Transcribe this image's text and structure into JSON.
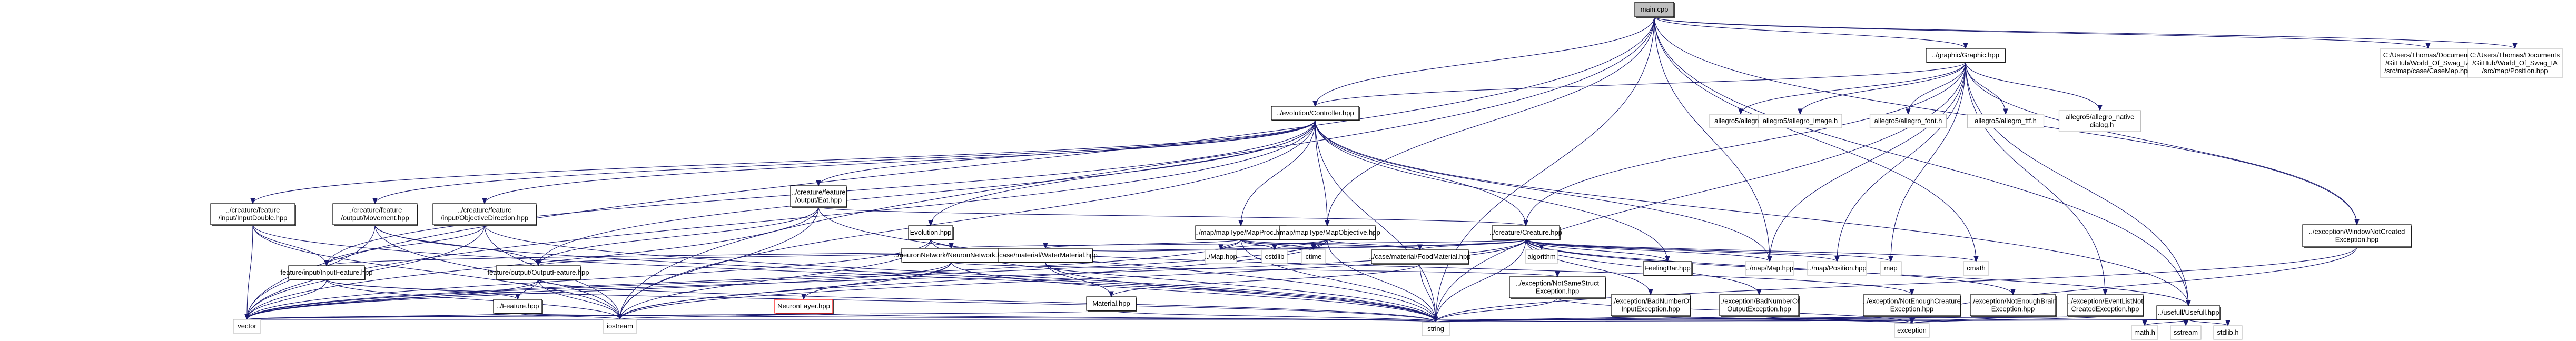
{
  "diagram": {
    "type": "include-dependency-graph",
    "root": "main.cpp",
    "nodes": [
      {
        "id": "main",
        "label": [
          "main.cpp"
        ],
        "kind": "main"
      },
      {
        "id": "graphic",
        "label": [
          "../graphic/Graphic.hpp"
        ],
        "kind": "doc"
      },
      {
        "id": "casemap",
        "label": [
          "C:/Users/Thomas/Documents",
          "/GitHub/World_Of_Swag_IA",
          "/src/map/case/CaseMap.hpp"
        ],
        "kind": "ext"
      },
      {
        "id": "position_abs",
        "label": [
          "C:/Users/Thomas/Documents",
          "/GitHub/World_Of_Swag_IA",
          "/src/map/Position.hpp"
        ],
        "kind": "ext"
      },
      {
        "id": "controller",
        "label": [
          "../evolution/Controller.hpp"
        ],
        "kind": "doc"
      },
      {
        "id": "allegro",
        "label": [
          "allegro5/allegro.h"
        ],
        "kind": "ext"
      },
      {
        "id": "allegro_image",
        "label": [
          "allegro5/allegro_image.h"
        ],
        "kind": "ext"
      },
      {
        "id": "allegro_font",
        "label": [
          "allegro5/allegro_font.h"
        ],
        "kind": "ext"
      },
      {
        "id": "allegro_ttf",
        "label": [
          "allegro5/allegro_ttf.h"
        ],
        "kind": "ext"
      },
      {
        "id": "allegro_native",
        "label": [
          "allegro5/allegro_native",
          "_dialog.h"
        ],
        "kind": "ext"
      },
      {
        "id": "windownotcreated",
        "label": [
          "../exception/WindowNotCreated",
          "Exception.hpp"
        ],
        "kind": "doc"
      },
      {
        "id": "eat",
        "label": [
          "../creature/feature",
          "/output/Eat.hpp"
        ],
        "kind": "doc"
      },
      {
        "id": "inputdouble",
        "label": [
          "../creature/feature",
          "/input/InputDouble.hpp"
        ],
        "kind": "doc"
      },
      {
        "id": "movement",
        "label": [
          "../creature/feature",
          "/output/Movement.hpp"
        ],
        "kind": "doc"
      },
      {
        "id": "objdirection",
        "label": [
          "../creature/feature",
          "/input/ObjectiveDirection.hpp"
        ],
        "kind": "doc"
      },
      {
        "id": "evolution",
        "label": [
          "Evolution.hpp"
        ],
        "kind": "doc"
      },
      {
        "id": "mapproc",
        "label": [
          "../map/mapType/MapProc.hpp"
        ],
        "kind": "doc"
      },
      {
        "id": "mapobjective",
        "label": [
          "../map/mapType/MapObjective.hpp"
        ],
        "kind": "doc"
      },
      {
        "id": "creature",
        "label": [
          "../creature/Creature.hpp"
        ],
        "kind": "doc"
      },
      {
        "id": "inputfeature",
        "label": [
          "feature/input/InputFeature.hpp"
        ],
        "kind": "doc"
      },
      {
        "id": "outputfeature",
        "label": [
          "feature/output/OutputFeature.hpp"
        ],
        "kind": "doc"
      },
      {
        "id": "neuronnetwork",
        "label": [
          "../neuronNetwork/NeuronNetwork.hpp"
        ],
        "kind": "doc"
      },
      {
        "id": "watermaterial",
        "label": [
          "../case/material/WaterMaterial.hpp"
        ],
        "kind": "doc"
      },
      {
        "id": "map_rel",
        "label": [
          "../Map.hpp"
        ],
        "kind": "ext"
      },
      {
        "id": "cstdlib",
        "label": [
          "cstdlib"
        ],
        "kind": "ext"
      },
      {
        "id": "ctime",
        "label": [
          "ctime"
        ],
        "kind": "ext"
      },
      {
        "id": "foodmaterial",
        "label": [
          "../case/material/FoodMaterial.hpp"
        ],
        "kind": "doc"
      },
      {
        "id": "algorithm",
        "label": [
          "algorithm"
        ],
        "kind": "ext"
      },
      {
        "id": "feelingbar",
        "label": [
          "FeelingBar.hpp"
        ],
        "kind": "doc"
      },
      {
        "id": "map_map",
        "label": [
          "../map/Map.hpp"
        ],
        "kind": "ext"
      },
      {
        "id": "map_position",
        "label": [
          "../map/Position.hpp"
        ],
        "kind": "ext"
      },
      {
        "id": "map",
        "label": [
          "map"
        ],
        "kind": "ext"
      },
      {
        "id": "cmath",
        "label": [
          "cmath"
        ],
        "kind": "ext"
      },
      {
        "id": "feature",
        "label": [
          "../Feature.hpp"
        ],
        "kind": "doc"
      },
      {
        "id": "neuronlayer",
        "label": [
          "NeuronLayer.hpp"
        ],
        "kind": "red"
      },
      {
        "id": "material",
        "label": [
          "Material.hpp"
        ],
        "kind": "doc"
      },
      {
        "id": "notsamestruct",
        "label": [
          "../exception/NotSameStruct",
          "Exception.hpp"
        ],
        "kind": "doc"
      },
      {
        "id": "badinput",
        "label": [
          "../exception/BadNumberOf",
          "InputException.hpp"
        ],
        "kind": "doc"
      },
      {
        "id": "badoutput",
        "label": [
          "../exception/BadNumberOf",
          "OutputException.hpp"
        ],
        "kind": "doc"
      },
      {
        "id": "notenoughcreature",
        "label": [
          "../exception/NotEnoughCreature",
          "Exception.hpp"
        ],
        "kind": "doc"
      },
      {
        "id": "notenoughbrain",
        "label": [
          "../exception/NotEnoughBrain",
          "Exception.hpp"
        ],
        "kind": "doc"
      },
      {
        "id": "eventlist",
        "label": [
          "../exception/EventListNot",
          "CreatedException.hpp"
        ],
        "kind": "doc"
      },
      {
        "id": "usefull",
        "label": [
          "../usefull/Usefull.hpp"
        ],
        "kind": "doc"
      },
      {
        "id": "vector",
        "label": [
          "vector"
        ],
        "kind": "ext"
      },
      {
        "id": "iostream",
        "label": [
          "iostream"
        ],
        "kind": "ext"
      },
      {
        "id": "string",
        "label": [
          "string"
        ],
        "kind": "ext"
      },
      {
        "id": "exception",
        "label": [
          "exception"
        ],
        "kind": "ext"
      },
      {
        "id": "math_h",
        "label": [
          "math.h"
        ],
        "kind": "ext"
      },
      {
        "id": "sstream",
        "label": [
          "sstream"
        ],
        "kind": "ext"
      },
      {
        "id": "stdlib_h",
        "label": [
          "stdlib.h"
        ],
        "kind": "ext"
      }
    ],
    "edges": [
      [
        "main",
        "graphic"
      ],
      [
        "main",
        "casemap"
      ],
      [
        "main",
        "position_abs"
      ],
      [
        "main",
        "controller"
      ],
      [
        "main",
        "windownotcreated"
      ],
      [
        "main",
        "vector"
      ],
      [
        "main",
        "iostream"
      ],
      [
        "main",
        "string"
      ],
      [
        "main",
        "map_map"
      ],
      [
        "main",
        "mapobjective"
      ],
      [
        "main",
        "cmath"
      ],
      [
        "main",
        "usefull"
      ],
      [
        "graphic",
        "allegro"
      ],
      [
        "graphic",
        "allegro_image"
      ],
      [
        "graphic",
        "allegro_font"
      ],
      [
        "graphic",
        "allegro_ttf"
      ],
      [
        "graphic",
        "allegro_native"
      ],
      [
        "graphic",
        "controller"
      ],
      [
        "graphic",
        "windownotcreated"
      ],
      [
        "graphic",
        "map_map"
      ],
      [
        "graphic",
        "map_position"
      ],
      [
        "graphic",
        "map"
      ],
      [
        "graphic",
        "string"
      ],
      [
        "graphic",
        "usefull"
      ],
      [
        "graphic",
        "creature"
      ],
      [
        "graphic",
        "eventlist"
      ],
      [
        "controller",
        "eat"
      ],
      [
        "controller",
        "inputdouble"
      ],
      [
        "controller",
        "movement"
      ],
      [
        "controller",
        "objdirection"
      ],
      [
        "controller",
        "evolution"
      ],
      [
        "controller",
        "mapproc"
      ],
      [
        "controller",
        "mapobjective"
      ],
      [
        "controller",
        "creature"
      ],
      [
        "controller",
        "inputfeature"
      ],
      [
        "controller",
        "outputfeature"
      ],
      [
        "controller",
        "vector"
      ],
      [
        "controller",
        "iostream"
      ],
      [
        "controller",
        "string"
      ],
      [
        "controller",
        "feelingbar"
      ],
      [
        "controller",
        "map_map"
      ],
      [
        "controller",
        "usefull"
      ],
      [
        "eat",
        "outputfeature"
      ],
      [
        "eat",
        "vector"
      ],
      [
        "eat",
        "iostream"
      ],
      [
        "eat",
        "string"
      ],
      [
        "eat",
        "creature"
      ],
      [
        "inputdouble",
        "inputfeature"
      ],
      [
        "inputdouble",
        "vector"
      ],
      [
        "inputdouble",
        "iostream"
      ],
      [
        "inputdouble",
        "string"
      ],
      [
        "movement",
        "outputfeature"
      ],
      [
        "movement",
        "vector"
      ],
      [
        "movement",
        "iostream"
      ],
      [
        "movement",
        "string"
      ],
      [
        "objdirection",
        "inputfeature"
      ],
      [
        "objdirection",
        "vector"
      ],
      [
        "objdirection",
        "iostream"
      ],
      [
        "objdirection",
        "string"
      ],
      [
        "evolution",
        "neuronnetwork"
      ],
      [
        "evolution",
        "vector"
      ],
      [
        "evolution",
        "iostream"
      ],
      [
        "evolution",
        "string"
      ],
      [
        "evolution",
        "notenoughcreature"
      ],
      [
        "mapproc",
        "map_rel"
      ],
      [
        "mapproc",
        "cstdlib"
      ],
      [
        "mapproc",
        "ctime"
      ],
      [
        "mapproc",
        "watermaterial"
      ],
      [
        "mapproc",
        "foodmaterial"
      ],
      [
        "mapproc",
        "vector"
      ],
      [
        "mapproc",
        "string"
      ],
      [
        "mapobjective",
        "map_rel"
      ],
      [
        "mapobjective",
        "cstdlib"
      ],
      [
        "mapobjective",
        "ctime"
      ],
      [
        "mapobjective",
        "foodmaterial"
      ],
      [
        "mapobjective",
        "vector"
      ],
      [
        "mapobjective",
        "string"
      ],
      [
        "mapobjective",
        "iostream"
      ],
      [
        "creature",
        "algorithm"
      ],
      [
        "creature",
        "feelingbar"
      ],
      [
        "creature",
        "foodmaterial"
      ],
      [
        "creature",
        "map_map"
      ],
      [
        "creature",
        "map_position"
      ],
      [
        "creature",
        "map"
      ],
      [
        "creature",
        "cmath"
      ],
      [
        "creature",
        "inputfeature"
      ],
      [
        "creature",
        "outputfeature"
      ],
      [
        "creature",
        "neuronnetwork"
      ],
      [
        "creature",
        "badinput"
      ],
      [
        "creature",
        "badoutput"
      ],
      [
        "creature",
        "notenoughbrain"
      ],
      [
        "creature",
        "usefull"
      ],
      [
        "creature",
        "string"
      ],
      [
        "creature",
        "vector"
      ],
      [
        "creature",
        "iostream"
      ],
      [
        "inputfeature",
        "feature"
      ],
      [
        "inputfeature",
        "vector"
      ],
      [
        "inputfeature",
        "iostream"
      ],
      [
        "inputfeature",
        "string"
      ],
      [
        "outputfeature",
        "feature"
      ],
      [
        "outputfeature",
        "vector"
      ],
      [
        "outputfeature",
        "iostream"
      ],
      [
        "outputfeature",
        "string"
      ],
      [
        "feature",
        "vector"
      ],
      [
        "feature",
        "iostream"
      ],
      [
        "feature",
        "string"
      ],
      [
        "neuronnetwork",
        "neuronlayer"
      ],
      [
        "neuronnetwork",
        "notsamestruct"
      ],
      [
        "neuronnetwork",
        "vector"
      ],
      [
        "neuronnetwork",
        "iostream"
      ],
      [
        "neuronnetwork",
        "string"
      ],
      [
        "neuronlayer",
        "vector"
      ],
      [
        "neuronlayer",
        "iostream"
      ],
      [
        "neuronlayer",
        "string"
      ],
      [
        "watermaterial",
        "material"
      ],
      [
        "watermaterial",
        "string"
      ],
      [
        "foodmaterial",
        "material"
      ],
      [
        "foodmaterial",
        "string"
      ],
      [
        "material",
        "string"
      ],
      [
        "material",
        "vector"
      ],
      [
        "notsamestruct",
        "exception"
      ],
      [
        "notsamestruct",
        "string"
      ],
      [
        "badinput",
        "exception"
      ],
      [
        "badinput",
        "string"
      ],
      [
        "badoutput",
        "exception"
      ],
      [
        "badoutput",
        "string"
      ],
      [
        "notenoughcreature",
        "exception"
      ],
      [
        "notenoughcreature",
        "string"
      ],
      [
        "notenoughbrain",
        "exception"
      ],
      [
        "notenoughbrain",
        "string"
      ],
      [
        "eventlist",
        "exception"
      ],
      [
        "eventlist",
        "string"
      ],
      [
        "windownotcreated",
        "exception"
      ],
      [
        "windownotcreated",
        "string"
      ],
      [
        "usefull",
        "math_h"
      ],
      [
        "usefull",
        "sstream"
      ],
      [
        "usefull",
        "stdlib_h"
      ],
      [
        "usefull",
        "string"
      ],
      [
        "usefull",
        "vector"
      ]
    ]
  },
  "colors": {
    "edge": "#191970",
    "main_fill": "#bfbfbf",
    "ext_border": "#bfbfbf",
    "doc_border": "#000000",
    "incomplete_border": "#ff0000"
  }
}
